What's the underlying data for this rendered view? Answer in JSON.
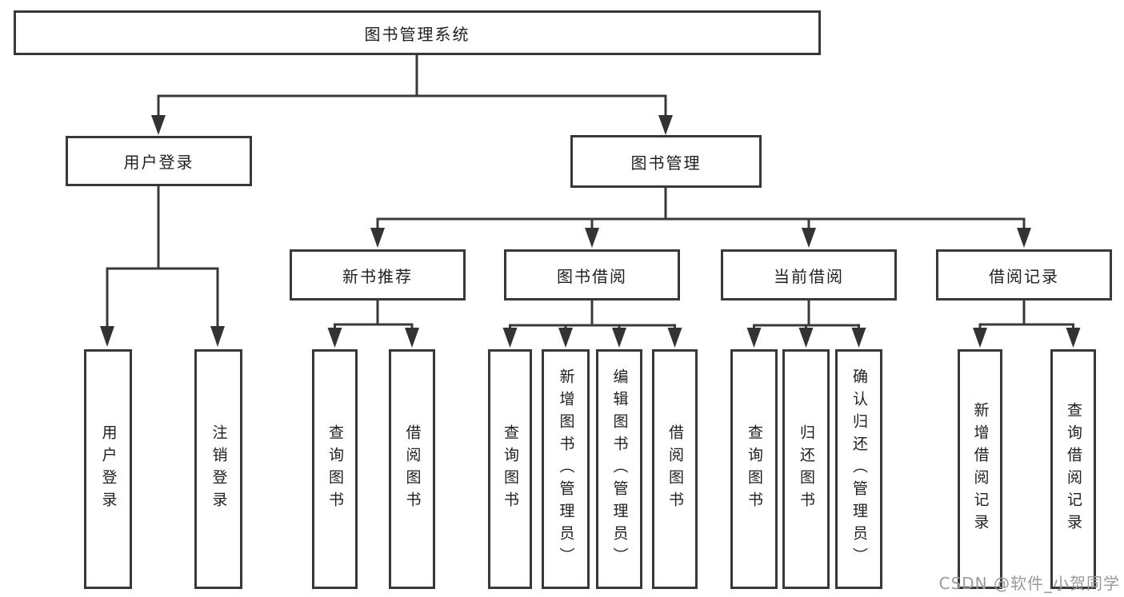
{
  "colors": {
    "background": "#ffffff",
    "box_border": "#383838",
    "connector_line": "#3a3a3a",
    "node_text": "#1f1f1f",
    "watermark_text": "#9a9a9a"
  },
  "tree": {
    "root": {
      "label": "图书管理系统"
    },
    "level2": [
      {
        "label": "用户登录",
        "children": [
          {
            "label": "用户登录"
          },
          {
            "label": "注销登录"
          }
        ]
      },
      {
        "label": "图书管理",
        "children": [
          {
            "label": "新书推荐",
            "children": [
              {
                "label": "查询图书"
              },
              {
                "label": "借阅图书"
              }
            ]
          },
          {
            "label": "图书借阅",
            "children": [
              {
                "label": "查询图书"
              },
              {
                "label": "新增图书（管理员）"
              },
              {
                "label": "编辑图书（管理员）"
              },
              {
                "label": "借阅图书"
              }
            ]
          },
          {
            "label": "当前借阅",
            "children": [
              {
                "label": "查询图书"
              },
              {
                "label": "归还图书"
              },
              {
                "label": "确认归还（管理员）"
              }
            ]
          },
          {
            "label": "借阅记录",
            "children": [
              {
                "label": "新增借阅记录"
              },
              {
                "label": "查询借阅记录"
              }
            ]
          }
        ]
      }
    ]
  },
  "watermark": {
    "text": "CSDN @软件_小贺同学"
  }
}
